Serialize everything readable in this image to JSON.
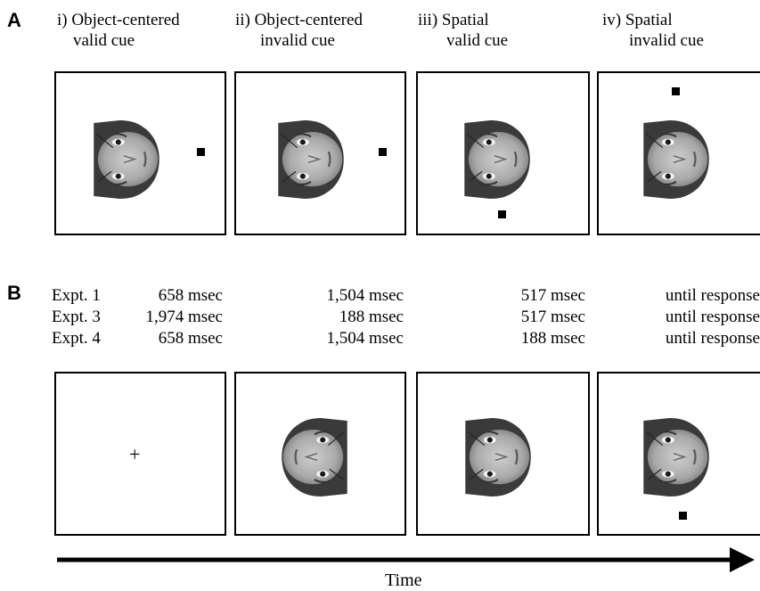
{
  "panel_a": {
    "letter": "A",
    "conditions": [
      {
        "line1": "i) Object-centered",
        "line2": "valid cue"
      },
      {
        "line1": "ii) Object-centered",
        "line2": "invalid cue"
      },
      {
        "line1": "iii) Spatial",
        "line2": "valid cue"
      },
      {
        "line1": "iv) Spatial",
        "line2": "invalid cue"
      }
    ]
  },
  "panel_b": {
    "letter": "B",
    "experiments": [
      {
        "name": "Expt. 1",
        "durations": [
          "658 msec",
          "1,504 msec",
          "517 msec",
          "until response"
        ]
      },
      {
        "name": "Expt. 3",
        "durations": [
          "1,974 msec",
          "188 msec",
          "517 msec",
          "until response"
        ]
      },
      {
        "name": "Expt. 4",
        "durations": [
          "658 msec",
          "1,504 msec",
          "188 msec",
          "until response"
        ]
      }
    ],
    "fixation": "+"
  },
  "time_axis": {
    "label": "Time"
  }
}
